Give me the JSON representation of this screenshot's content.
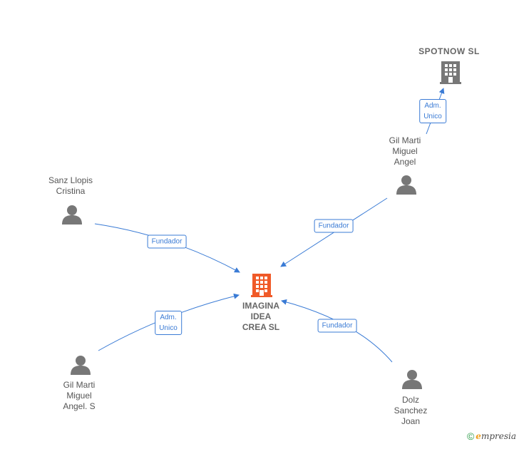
{
  "nodes": {
    "spotnow": {
      "label": "SPOTNOW  SL",
      "type": "company"
    },
    "imagina": {
      "label": "IMAGINA\nIDEA\nCREA  SL",
      "type": "company-main"
    },
    "gil_top": {
      "label": "Gil Marti\nMiguel\nAngel",
      "type": "person"
    },
    "sanz": {
      "label": "Sanz Llopis\nCristina",
      "type": "person"
    },
    "gil_bottom": {
      "label": "Gil Marti\nMiguel\nAngel.  S",
      "type": "person"
    },
    "dolz": {
      "label": "Dolz\nSanchez\nJoan",
      "type": "person"
    }
  },
  "edges": {
    "gil_top_to_spotnow": "Adm.\nUnico",
    "gil_top_to_imagina": "Fundador",
    "sanz_to_imagina": "Fundador",
    "gil_bottom_to_imagina": "Adm.\nUnico",
    "dolz_to_imagina": "Fundador"
  },
  "footer": {
    "copyright": "©",
    "brand_initial": "e",
    "brand_rest": "mpresia"
  },
  "colors": {
    "edge": "#3a7bd5",
    "main_company": "#f05a28",
    "company": "#777777",
    "person": "#777777"
  }
}
